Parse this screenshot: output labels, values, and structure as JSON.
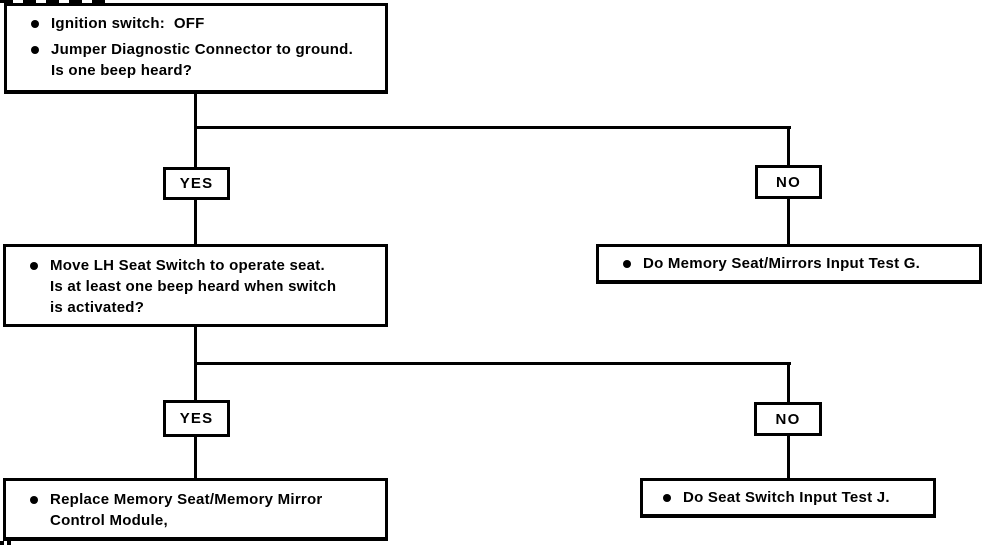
{
  "colors": {
    "ink": "#000000",
    "paper": "#ffffff"
  },
  "flowchart": {
    "step1": {
      "lines": [
        "Ignition switch:  OFF",
        "Jumper Diagnostic Connector to ground.",
        "Is one beep heard?"
      ]
    },
    "branch1": {
      "yes": "YES",
      "no": "NO"
    },
    "step2": {
      "lines": [
        "Move LH Seat Switch to operate seat.",
        "Is at least one beep heard when switch",
        "is activated?"
      ]
    },
    "test_g": {
      "text": "Do Memory Seat/Mirrors Input Test G."
    },
    "branch2": {
      "yes": "YES",
      "no": "NO"
    },
    "replace_module": {
      "lines": [
        "Replace Memory Seat/Memory Mirror",
        "Control Module,"
      ]
    },
    "test_j": {
      "text": "Do Seat Switch Input Test J."
    }
  }
}
